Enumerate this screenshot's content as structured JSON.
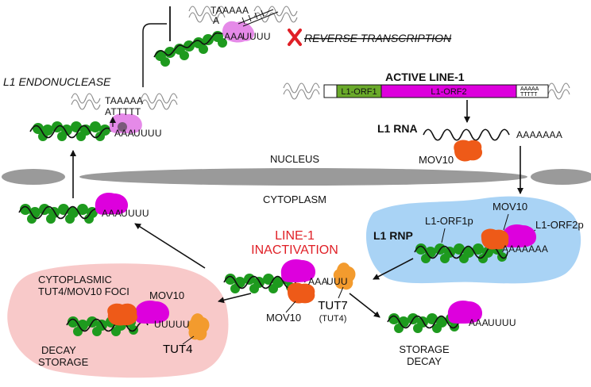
{
  "labels": {
    "endonuclease": "L1 ENDONUCLEASE",
    "reverse_transcription": "REVERSE TRANSCRIPTION",
    "active_line1": "ACTIVE LINE-1",
    "l1_orf1": "L1-ORF1",
    "l1_orf2": "L1-ORF2",
    "l1_rna": "L1 RNA",
    "mov10_nucleus": "MOV10",
    "nucleus": "NUCLEUS",
    "cytoplasm": "CYTOPLASM",
    "line1_inactivation_1": "LINE-1",
    "line1_inactivation_2": "INACTIVATION",
    "l1_rnp": "L1 RNP",
    "l1_orf1p": "L1-ORF1p",
    "l1_orf2p": "L1-ORF2p",
    "mov10_rnp": "MOV10",
    "foci_1": "CYTOPLASMIC",
    "foci_2": "TUT4/MOV10 FOCI",
    "mov10_foci": "MOV10",
    "decay_left": "DECAY",
    "storage_left": "STORAGE",
    "tut4": "TUT4",
    "mov10_center": "MOV10",
    "tut7": "TUT7",
    "tut7_sub": "(TUT4)",
    "storage_right": "STORAGE",
    "decay_right": "DECAY"
  },
  "sequences": {
    "top_taaaaa": "TAAAAA",
    "top_a": "A",
    "top_aaa": "AAA",
    "top_uuuu": "UUUU",
    "endo_taaaaa": "TAAAAA",
    "endo_attttt": "ATTTTT",
    "endo_aaa": "AAA",
    "endo_uuuu": "UUUU",
    "gene_polyA_1": "AAAAA",
    "gene_polyT_1": "TTTTT",
    "rna_polyA": "AAAAAAA",
    "left_aaa": "AAA",
    "left_uuuu": "UUUU",
    "rnp_polyA": "AAAAAAA",
    "center_aaa": "AAA",
    "center_uuu": "UUU",
    "foci_uuuuu": "UUUUU",
    "right_aaa": "AAA",
    "right_uuuu": "UUUU"
  },
  "colors": {
    "orf1_green": "#6aaa2a",
    "orf2_magenta": "#dd00dd",
    "green_bead": "#1e9a1e",
    "mov10_orange": "#ee5a18",
    "tut_orange": "#f39b2e",
    "membrane_grey": "#9a9a9a",
    "rnp_blue": "#a9d3f5",
    "foci_pink": "#f8c9c9",
    "uridyl_red": "#e01f26"
  },
  "icons": {
    "block": "x-mark-icon"
  }
}
